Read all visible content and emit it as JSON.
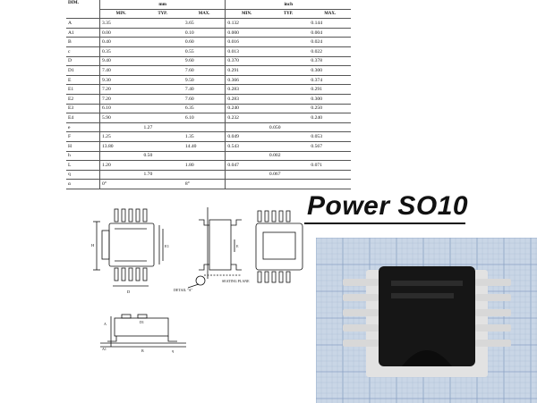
{
  "table": {
    "header": {
      "dim": "DIM.",
      "mm": "mm",
      "inch": "inch",
      "min": "MIN.",
      "typ": "TYP.",
      "max": "MAX."
    },
    "rows": [
      {
        "dim": "A",
        "mm_min": "3.35",
        "mm_typ": "",
        "mm_max": "3.65",
        "in_min": "0.132",
        "in_typ": "",
        "in_max": "0.144"
      },
      {
        "dim": "A1",
        "mm_min": "0.00",
        "mm_typ": "",
        "mm_max": "0.10",
        "in_min": "0.000",
        "in_typ": "",
        "in_max": "0.004"
      },
      {
        "dim": "B",
        "mm_min": "0.40",
        "mm_typ": "",
        "mm_max": "0.60",
        "in_min": "0.016",
        "in_typ": "",
        "in_max": "0.024"
      },
      {
        "dim": "c",
        "mm_min": "0.35",
        "mm_typ": "",
        "mm_max": "0.55",
        "in_min": "0.013",
        "in_typ": "",
        "in_max": "0.022"
      },
      {
        "dim": "D",
        "mm_min": "9.40",
        "mm_typ": "",
        "mm_max": "9.60",
        "in_min": "0.370",
        "in_typ": "",
        "in_max": "0.378"
      },
      {
        "dim": "D1",
        "mm_min": "7.40",
        "mm_typ": "",
        "mm_max": "7.60",
        "in_min": "0.291",
        "in_typ": "",
        "in_max": "0.300"
      },
      {
        "dim": "E",
        "mm_min": "9.30",
        "mm_typ": "",
        "mm_max": "9.50",
        "in_min": "0.366",
        "in_typ": "",
        "in_max": "0.374"
      },
      {
        "dim": "E1",
        "mm_min": "7.20",
        "mm_typ": "",
        "mm_max": "7.40",
        "in_min": "0.283",
        "in_typ": "",
        "in_max": "0.291"
      },
      {
        "dim": "E2",
        "mm_min": "7.20",
        "mm_typ": "",
        "mm_max": "7.60",
        "in_min": "0.283",
        "in_typ": "",
        "in_max": "0.300"
      },
      {
        "dim": "E3",
        "mm_min": "6.10",
        "mm_typ": "",
        "mm_max": "6.35",
        "in_min": "0.240",
        "in_typ": "",
        "in_max": "0.250"
      },
      {
        "dim": "E4",
        "mm_min": "5.90",
        "mm_typ": "",
        "mm_max": "6.10",
        "in_min": "0.232",
        "in_typ": "",
        "in_max": "0.240"
      },
      {
        "dim": "e",
        "mm_min": "",
        "mm_typ": "1.27",
        "mm_max": "",
        "in_min": "",
        "in_typ": "0.050",
        "in_max": ""
      },
      {
        "dim": "F",
        "mm_min": "1.25",
        "mm_typ": "",
        "mm_max": "1.35",
        "in_min": "0.049",
        "in_typ": "",
        "in_max": "0.053"
      },
      {
        "dim": "H",
        "mm_min": "13.80",
        "mm_typ": "",
        "mm_max": "14.40",
        "in_min": "0.543",
        "in_typ": "",
        "in_max": "0.567"
      },
      {
        "dim": "h",
        "mm_min": "",
        "mm_typ": "0.50",
        "mm_max": "",
        "in_min": "",
        "in_typ": "0.002",
        "in_max": ""
      },
      {
        "dim": "L",
        "mm_min": "1.20",
        "mm_typ": "",
        "mm_max": "1.80",
        "in_min": "0.047",
        "in_typ": "",
        "in_max": "0.071"
      },
      {
        "dim": "q",
        "mm_min": "",
        "mm_typ": "1.70",
        "mm_max": "",
        "in_min": "",
        "in_typ": "0.067",
        "in_max": ""
      },
      {
        "dim": "α",
        "mm_min": "0°",
        "mm_typ": "",
        "mm_max": "8°",
        "in_min": "",
        "in_typ": "",
        "in_max": ""
      }
    ]
  },
  "title": "Power SO10",
  "drawing_labels": {
    "detail": "DETAIL \"A\"",
    "seating": "SEATING PLANE",
    "d": "D",
    "e": "E",
    "h": "H",
    "d1": "D1",
    "e1": "E1",
    "a": "A",
    "a1": "A1",
    "b": "B",
    "q": "q"
  },
  "colors": {
    "ink": "#111111",
    "chip_body": "#161616",
    "pad_metal": "#d9d9d9",
    "grid_paper": "#c9d6e6"
  }
}
